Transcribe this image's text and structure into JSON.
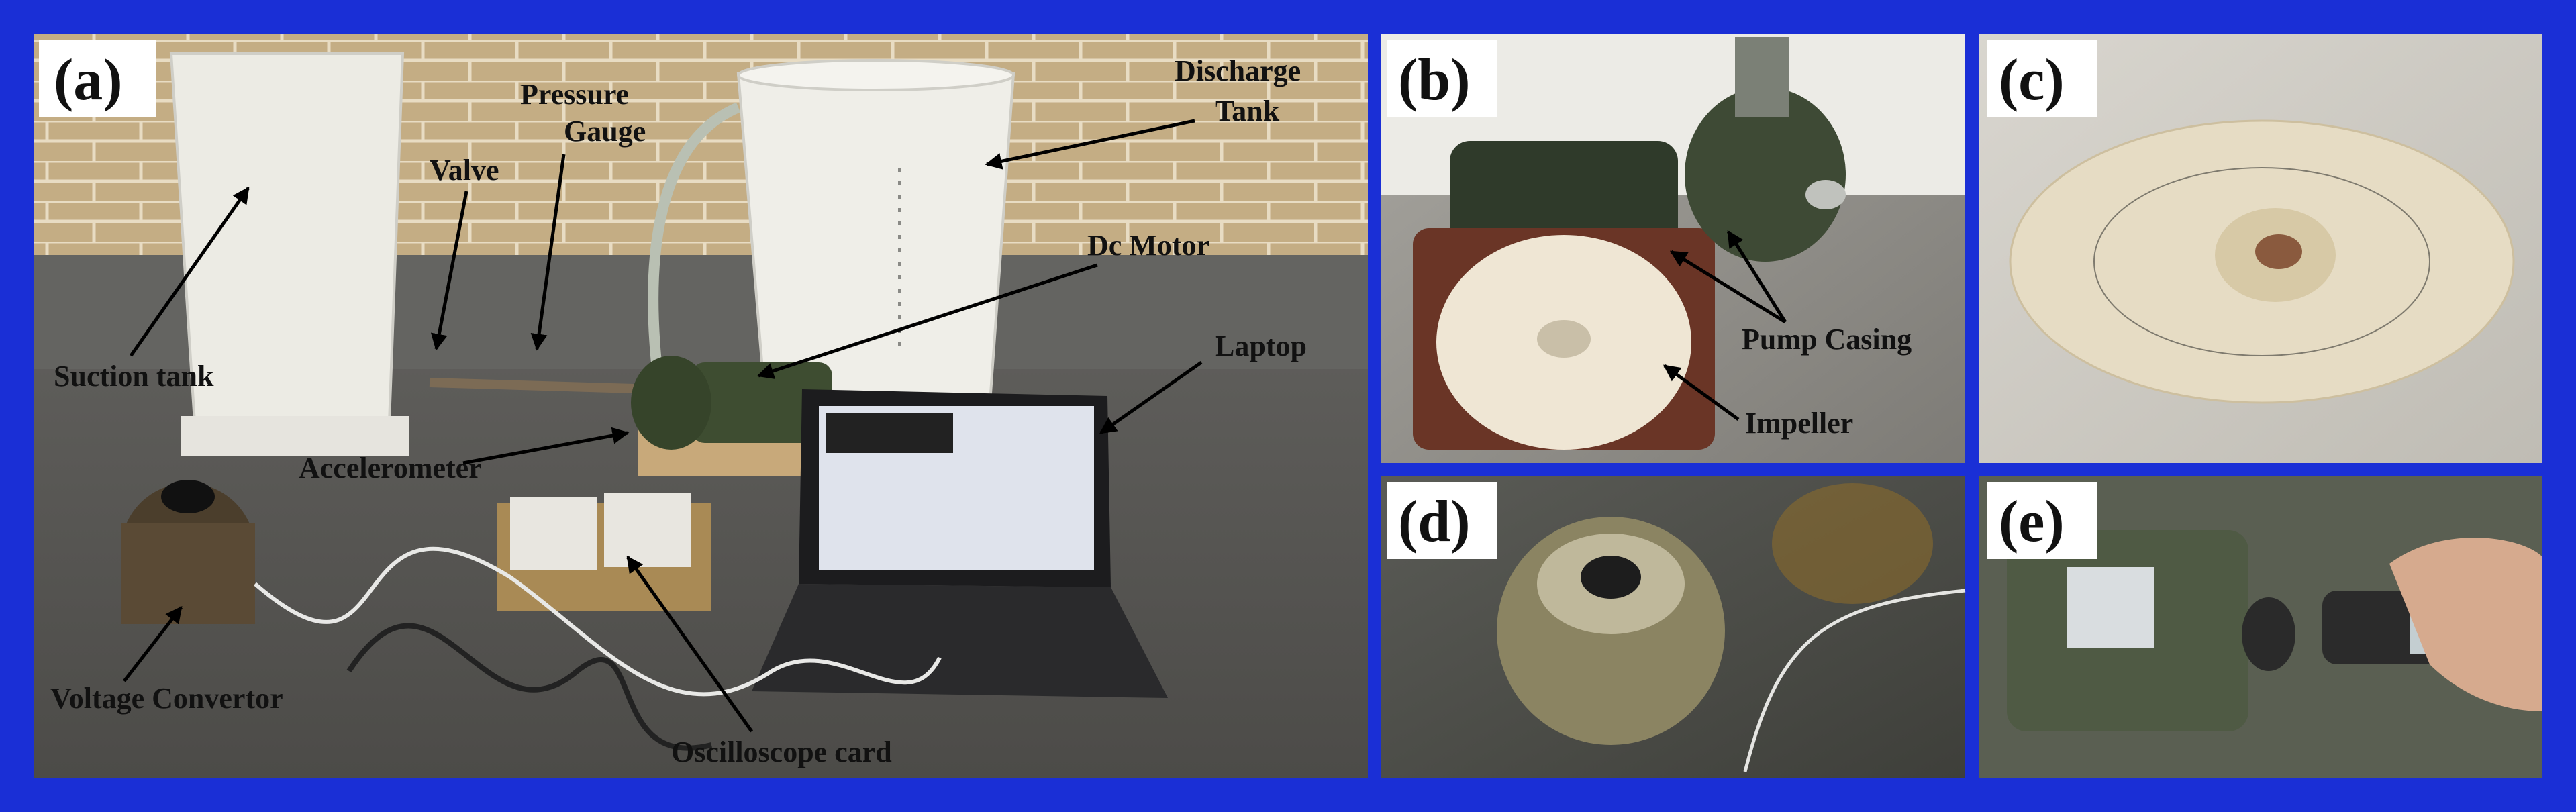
{
  "colors": {
    "border": "#1a2fd6",
    "label_bg": "#ffffff",
    "annotation_text": "#111111",
    "arrow": "#000000"
  },
  "panels": {
    "a": {
      "label": "(a)",
      "annotations": {
        "suction_tank": "Suction tank",
        "valve": "Valve",
        "pressure_gauge_1": "Pressure",
        "pressure_gauge_2": "Gauge",
        "discharge_tank_1": "Discharge",
        "discharge_tank_2": "Tank",
        "dc_motor": "Dc Motor",
        "laptop": "Laptop",
        "accelerometer": "Accelerometer",
        "voltage_convertor": "Voltage Convertor",
        "oscilloscope_card": "Oscilloscope card"
      }
    },
    "b": {
      "label": "(b)",
      "annotations": {
        "pump_casing": "Pump Casing",
        "impeller": "Impeller"
      }
    },
    "c": {
      "label": "(c)"
    },
    "d": {
      "label": "(d)"
    },
    "e": {
      "label": "(e)"
    }
  }
}
